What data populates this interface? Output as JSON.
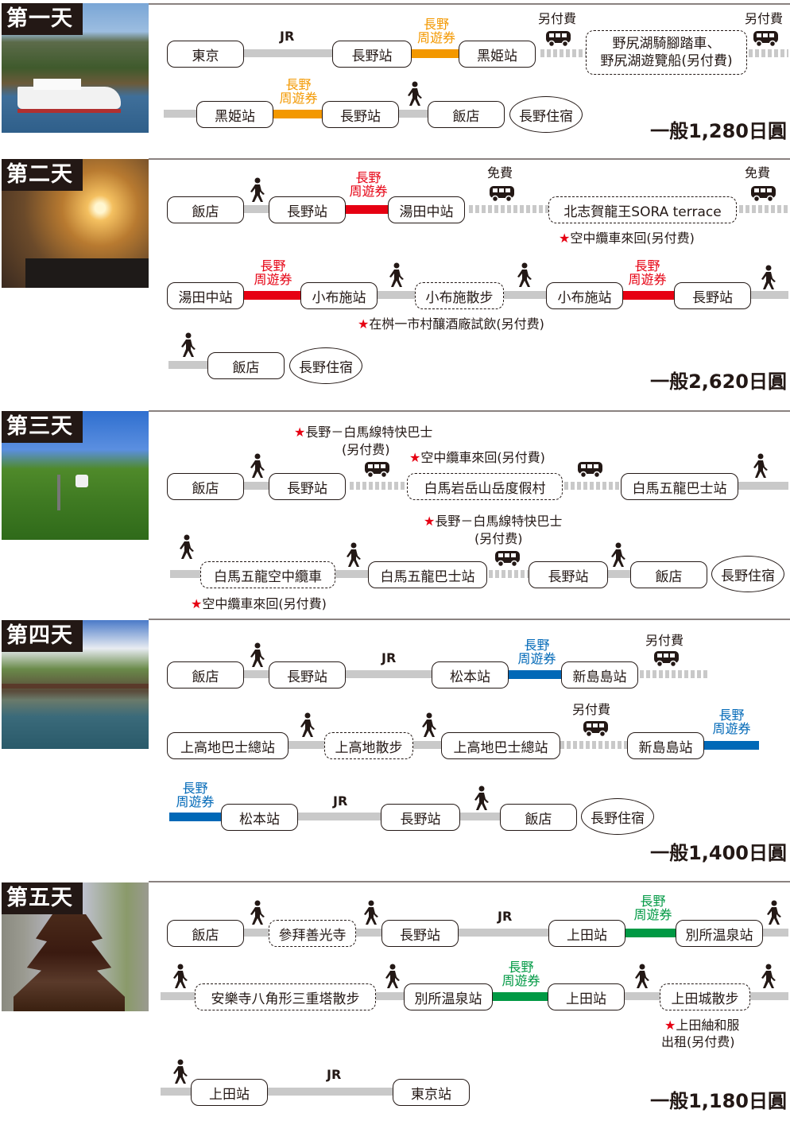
{
  "colors": {
    "orange": "#f39800",
    "red": "#e60012",
    "blue": "#0068b7",
    "green": "#009944",
    "gray_line": "#c9c9c9",
    "text": "#231815"
  },
  "common": {
    "pass_line1": "長野",
    "pass_line2": "周遊券",
    "jr": "JR",
    "extra_fee": "另付費",
    "free": "免費",
    "star": "★"
  },
  "days": [
    {
      "label": "第一天",
      "photo": "boat-on-lake",
      "nodes": [
        "東京",
        "長野站",
        "黑姫站",
        "野尻湖騎腳踏車、",
        "野尻湖遊覽船(另付費)",
        "黑姫站",
        "長野站",
        "飯店",
        "長野住宿"
      ],
      "price": "一般1,280日圓"
    },
    {
      "label": "第二天",
      "photo": "sunrise-sea-of-clouds",
      "nodes": [
        "飯店",
        "長野站",
        "湯田中站",
        "北志賀龍王SORA terrace",
        "湯田中站",
        "小布施站",
        "小布施散步",
        "小布施站",
        "長野站",
        "飯店",
        "長野住宿"
      ],
      "notes": [
        "空中纜車來回(另付费)",
        "在桝一市村釀酒廠試飲(另付费)"
      ],
      "price": "一般2,620日圓"
    },
    {
      "label": "第三天",
      "photo": "gondola-forest",
      "nodes": [
        "飯店",
        "長野站",
        "白馬岩岳山岳度假村",
        "白馬五龍巴士站",
        "白馬五龍空中纜車",
        "白馬五龍巴士站",
        "長野站",
        "飯店",
        "長野住宿"
      ],
      "notes": [
        "長野－白馬線特快巴士",
        "(另付费)",
        "空中纜車來回(另付費)",
        "長野－白馬線特快巴士",
        "(另付费)",
        "空中纜車來回(另付費)"
      ]
    },
    {
      "label": "第四天",
      "photo": "kappa-bridge",
      "nodes": [
        "飯店",
        "長野站",
        "松本站",
        "新島島站",
        "上高地巴士總站",
        "上高地散步",
        "上高地巴士總站",
        "新島島站",
        "松本站",
        "長野站",
        "飯店",
        "長野住宿"
      ],
      "price": "一般1,400日圓"
    },
    {
      "label": "第五天",
      "photo": "octagonal-pagoda",
      "nodes": [
        "飯店",
        "參拜善光寺",
        "長野站",
        "上田站",
        "別所温泉站",
        "安樂寺八角形三重塔散步",
        "別所温泉站",
        "上田站",
        "上田城散步",
        "上田站",
        "東京站"
      ],
      "notes": [
        "上田紬和服",
        "出租(另付费)"
      ],
      "price": "一般1,180日圓"
    }
  ]
}
